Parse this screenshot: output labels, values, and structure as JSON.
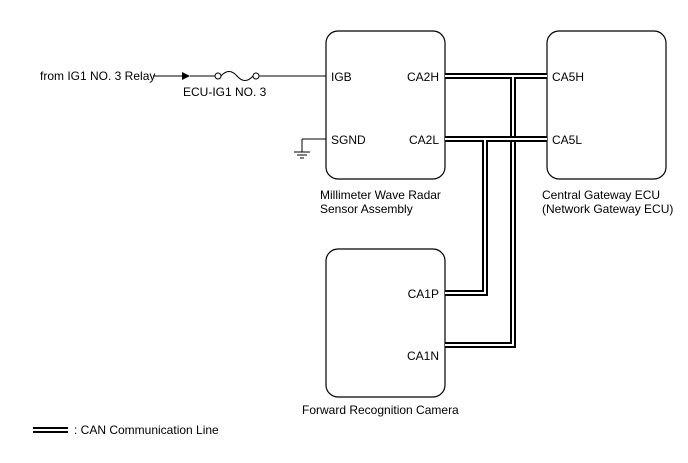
{
  "source": {
    "text": "from IG1 NO. 3 Relay"
  },
  "fuse": {
    "label": "ECU-IG1 NO. 3"
  },
  "radar": {
    "pins": {
      "igb": "IGB",
      "sgnd": "SGND",
      "ca2h": "CA2H",
      "ca2l": "CA2L"
    },
    "name_line1": "Millimeter Wave Radar",
    "name_line2": "Sensor Assembly"
  },
  "gateway": {
    "pins": {
      "ca5h": "CA5H",
      "ca5l": "CA5L"
    },
    "name_line1": "Central Gateway ECU",
    "name_line2": "(Network Gateway ECU)"
  },
  "camera": {
    "pins": {
      "ca1p": "CA1P",
      "ca1n": "CA1N"
    },
    "name": "Forward Recognition Camera"
  },
  "legend": {
    "can_line": ": CAN Communication Line"
  }
}
